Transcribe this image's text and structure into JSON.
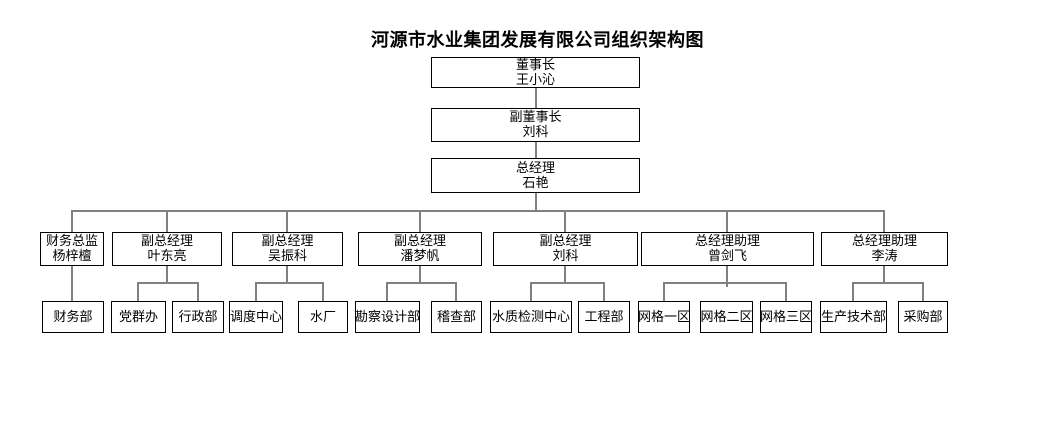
{
  "page": {
    "title": "河源市水业集团发展有限公司组织架构图"
  },
  "org": {
    "chairman": {
      "role": "董事长",
      "name": "王小沁"
    },
    "vice_chairman": {
      "role": "副董事长",
      "name": "刘科"
    },
    "general_manager": {
      "role": "总经理",
      "name": "石艳"
    },
    "executives": [
      {
        "role": "财务总监",
        "name": "杨梓檀",
        "departments": [
          "财务部"
        ]
      },
      {
        "role": "副总经理",
        "name": "叶东亮",
        "departments": [
          "党群办",
          "行政部"
        ]
      },
      {
        "role": "副总经理",
        "name": "吴振科",
        "departments": [
          "调度中心",
          "水厂"
        ]
      },
      {
        "role": "副总经理",
        "name": "潘梦帆",
        "departments": [
          "勘察设计部",
          "稽查部"
        ]
      },
      {
        "role": "副总经理",
        "name": "刘科",
        "departments": [
          "水质检测中心",
          "工程部"
        ]
      },
      {
        "role": "总经理助理",
        "name": "曾剑飞",
        "departments": [
          "网格一区",
          "网格二区",
          "网格三区"
        ]
      },
      {
        "role": "总经理助理",
        "name": "李涛",
        "departments": [
          "生产技术部",
          "采购部"
        ]
      }
    ]
  },
  "colors": {
    "connector_line": "#808080",
    "box_border": "#000000",
    "text": "#000000",
    "background": "#ffffff"
  }
}
